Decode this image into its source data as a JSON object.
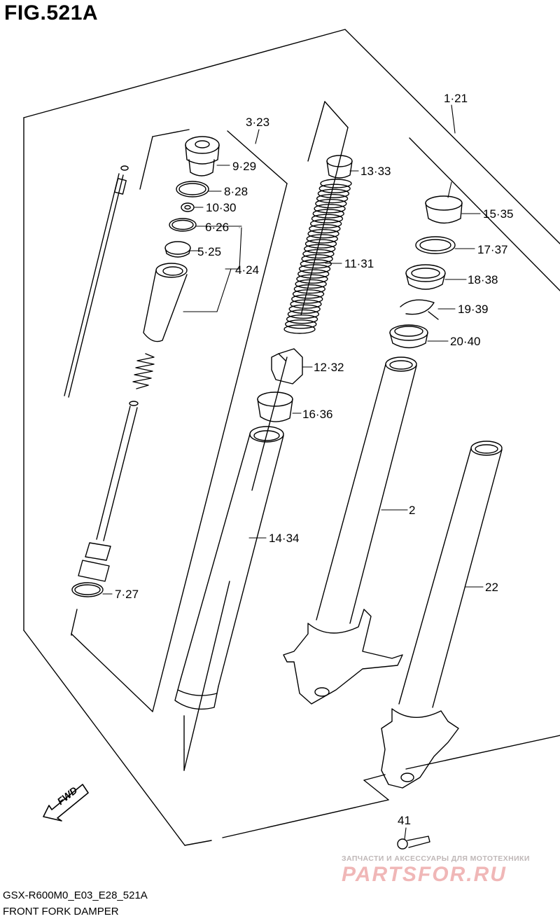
{
  "header": {
    "title": "FIG.521A"
  },
  "footer": {
    "model_code": "GSX-R600M0_E03_E28_521A",
    "subtitle": "FRONT FORK DAMPER"
  },
  "watermark": {
    "tagline": "ЗАПЧАСТИ И АКСЕССУАРЫ ДЛЯ МОТОТЕХНИКИ",
    "logo": "PARTSFOR.RU",
    "color": "#f0b7b7"
  },
  "fwd_arrow": {
    "label": "FWD"
  },
  "callouts": [
    {
      "id": "1",
      "label": "1·21"
    },
    {
      "id": "3",
      "label": "3·23"
    },
    {
      "id": "9",
      "label": "9·29"
    },
    {
      "id": "13",
      "label": "13·33"
    },
    {
      "id": "8",
      "label": "8·28"
    },
    {
      "id": "10",
      "label": "10·30"
    },
    {
      "id": "15",
      "label": "15·35"
    },
    {
      "id": "6",
      "label": "6·26"
    },
    {
      "id": "5",
      "label": "5·25"
    },
    {
      "id": "17",
      "label": "17·37"
    },
    {
      "id": "11",
      "label": "11·31"
    },
    {
      "id": "4",
      "label": "4·24"
    },
    {
      "id": "18",
      "label": "18·38"
    },
    {
      "id": "19",
      "label": "19·39"
    },
    {
      "id": "20",
      "label": "20·40"
    },
    {
      "id": "12",
      "label": "12·32"
    },
    {
      "id": "16",
      "label": "16·36"
    },
    {
      "id": "2",
      "label": "2"
    },
    {
      "id": "14",
      "label": "14·34"
    },
    {
      "id": "22",
      "label": "22"
    },
    {
      "id": "7",
      "label": "7·27"
    },
    {
      "id": "41",
      "label": "41"
    }
  ]
}
